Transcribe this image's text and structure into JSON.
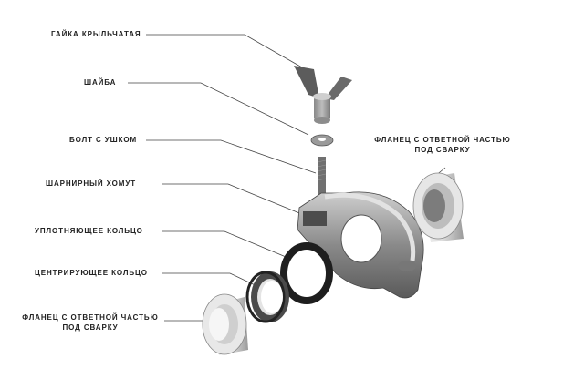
{
  "labels": {
    "wing_nut": "ГАЙКА КРЫЛЬЧАТАЯ",
    "washer": "ШАЙБА",
    "eye_bolt": "БОЛТ С УШКОМ",
    "hinged_clamp": "ШАРНИРНЫЙ ХОМУТ",
    "o_ring": "УПЛОТНЯЮЩЕЕ КОЛЬЦО",
    "centering_ring": "ЦЕНТРИРУЮЩЕЕ КОЛЬЦО",
    "flange_left_line1": "ФЛАНЕЦ С ОТВЕТНОЙ ЧАСТЬЮ",
    "flange_left_line2": "ПОД СВАРКУ",
    "flange_right_line1": "ФЛАНЕЦ С ОТВЕТНОЙ ЧАСТЬЮ",
    "flange_right_line2": "ПОД СВАРКУ"
  },
  "colors": {
    "metal_light": "#e6e6e6",
    "metal_mid": "#b4b4b4",
    "metal_dark": "#6e6e6e",
    "rubber": "#1e1e1e",
    "leader": "#444444"
  }
}
